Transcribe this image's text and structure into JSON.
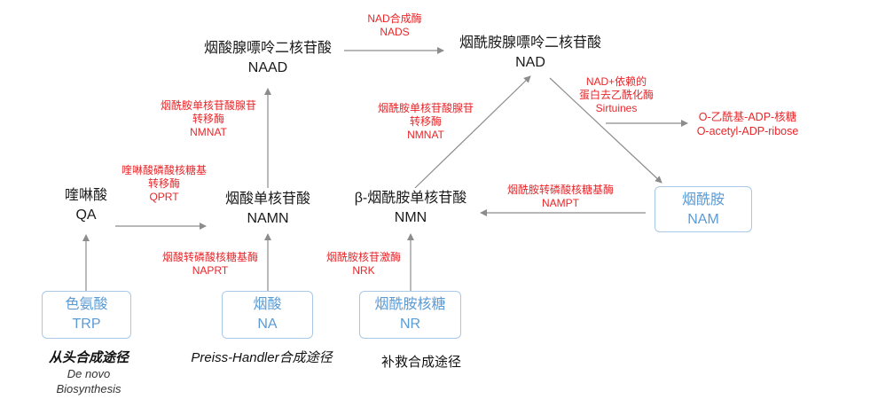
{
  "nodes": {
    "naad": {
      "name": "烟酸腺嘌呤二核苷酸",
      "abbr": "NAAD"
    },
    "nad": {
      "name": "烟酰胺腺嘌呤二核苷酸",
      "abbr": "NAD"
    },
    "qa": {
      "name": "喹啉酸",
      "abbr": "QA"
    },
    "namn": {
      "name": "烟酸单核苷酸",
      "abbr": "NAMN"
    },
    "nmn": {
      "name": "β-烟酰胺单核苷酸",
      "abbr": "NMN"
    },
    "nam": {
      "name": "烟酰胺",
      "abbr": "NAM"
    },
    "trp": {
      "name": "色氨酸",
      "abbr": "TRP"
    },
    "na": {
      "name": "烟酸",
      "abbr": "NA"
    },
    "nr": {
      "name": "烟酰胺核糖",
      "abbr": "NR"
    },
    "oadpr": {
      "name": "O-乙酰基-ADP-核糖",
      "abbr": "O-acetyl-ADP-ribose"
    }
  },
  "enzymes": {
    "nads": {
      "line1": "NAD合成酶",
      "line2": "NADS"
    },
    "sirtuins": {
      "line1": "NAD+依赖的",
      "line2": "蛋白去乙酰化酶",
      "line3": "Sirtuines"
    },
    "nmnat_left": {
      "line1": "烟酰胺单核苷酸腺苷",
      "line2": "转移酶",
      "line3": "NMNAT"
    },
    "nmnat_right": {
      "line1": "烟酰胺单核苷酸腺苷",
      "line2": "转移酶",
      "line3": "NMNAT"
    },
    "qprt": {
      "line1": "喹啉酸磷酸核糖基",
      "line2": "转移酶",
      "line3": "QPRT"
    },
    "nampt": {
      "line1": "烟酰胺转磷酸核糖基酶",
      "line2": "NAMPT"
    },
    "naprt": {
      "line1": "烟酸转磷酸核糖基酶",
      "line2": "NAPRT"
    },
    "nrk": {
      "line1": "烟酰胺核苷激酶",
      "line2": "NRK"
    }
  },
  "pathways": {
    "de_novo": {
      "zh": "从头合成途径",
      "en1": "De novo",
      "en2": "Biosynthesis"
    },
    "preiss_handler": "Preiss-Handler合成途径",
    "salvage": "补救合成途径"
  },
  "colors": {
    "enzyme_text": "#e8262a",
    "precursor_text": "#5b9bd5",
    "precursor_border": "#a9c8e8",
    "arrow": "#8c8c8c",
    "node_text": "#1a1a1a"
  }
}
